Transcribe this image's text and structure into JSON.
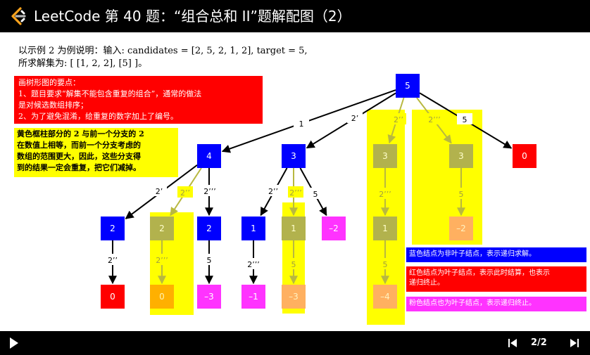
{
  "header": {
    "title": "LeetCode 第 40 题：“组合总和 II”题解配图（2）"
  },
  "intro": {
    "line1": "以示例 2 为例说明：输入: candidates = [2, 5, 2, 1, 2], target = 5,",
    "line2": "所求解集为: [ [1, 2, 2],  [5] ]。"
  },
  "note_red": {
    "l1": "画树形图的要点：",
    "l2": "1、题目要求“解集不能包含重复的组合”，通常的做法",
    "l3": "是对候选数组排序；",
    "l4": "2、为了避免混淆，给重复的数字加上了编号。"
  },
  "note_yellow": {
    "l1": "黄色框柱部分的 2 与前一个分支的 2",
    "l2": "在数值上相等，而前一个分支考虑的",
    "l3": "数组的范围更大，因此，这些分支得",
    "l4": "到的结果一定会重复，把它们减掉。"
  },
  "legend": {
    "blue": "蓝色结点为非叶子结点，表示递归求解。",
    "red_l1": "红色结点为叶子结点，表示此时结算，也表示",
    "red_l2": "递归终止。",
    "pink": "粉色结点也为叶子结点，表示递归终止。"
  },
  "colors": {
    "blue": "#0000ff",
    "red": "#ff0000",
    "pink": "#ff33ff",
    "yellow": "#ffff00",
    "olive": "#b2b24d",
    "orange": "#ffb000",
    "peach": "#ffb060",
    "arrow_faded": "#c8c860"
  },
  "tree": {
    "nodes": [
      {
        "id": "root",
        "label": "5",
        "style": "blue"
      },
      {
        "id": "a",
        "label": "4",
        "style": "blue"
      },
      {
        "id": "b",
        "label": "3",
        "style": "blue"
      },
      {
        "id": "c",
        "label": "3",
        "style": "olive"
      },
      {
        "id": "d",
        "label": "3",
        "style": "olive"
      },
      {
        "id": "e",
        "label": "0",
        "style": "red"
      },
      {
        "id": "a1",
        "label": "2",
        "style": "blue"
      },
      {
        "id": "a2",
        "label": "2",
        "style": "olive"
      },
      {
        "id": "a3",
        "label": "2",
        "style": "blue"
      },
      {
        "id": "b1",
        "label": "1",
        "style": "blue"
      },
      {
        "id": "b2",
        "label": "1",
        "style": "olive"
      },
      {
        "id": "b3",
        "label": "–2",
        "style": "pink"
      },
      {
        "id": "c1",
        "label": "1",
        "style": "olive"
      },
      {
        "id": "d1",
        "label": "–2",
        "style": "peach"
      },
      {
        "id": "a1a",
        "label": "0",
        "style": "red"
      },
      {
        "id": "a2a",
        "label": "0",
        "style": "orange"
      },
      {
        "id": "a3a",
        "label": "–3",
        "style": "pink"
      },
      {
        "id": "b1a",
        "label": "–1",
        "style": "pink"
      },
      {
        "id": "b2a",
        "label": "–3",
        "style": "peach"
      },
      {
        "id": "c1a",
        "label": "–4",
        "style": "peach"
      }
    ],
    "edges": [
      {
        "from": "root",
        "to": "a",
        "label": "1",
        "faded": false
      },
      {
        "from": "root",
        "to": "b",
        "label": "2’",
        "faded": false
      },
      {
        "from": "root",
        "to": "c",
        "label": "2’’",
        "faded": true
      },
      {
        "from": "root",
        "to": "d",
        "label": "2’’’",
        "faded": true
      },
      {
        "from": "root",
        "to": "e",
        "label": "5",
        "faded": false
      },
      {
        "from": "a",
        "to": "a1",
        "label": "2’",
        "faded": false
      },
      {
        "from": "a",
        "to": "a2",
        "label": "2’’",
        "faded": true
      },
      {
        "from": "a",
        "to": "a3",
        "label": "2’’’",
        "faded": false
      },
      {
        "from": "b",
        "to": "b1",
        "label": "2’’",
        "faded": false
      },
      {
        "from": "b",
        "to": "b2",
        "label": "2’’’",
        "faded": true
      },
      {
        "from": "b",
        "to": "b3",
        "label": "5",
        "faded": false
      },
      {
        "from": "c",
        "to": "c1",
        "label": "2’’’",
        "faded": true
      },
      {
        "from": "d",
        "to": "d1",
        "label": "5",
        "faded": true
      },
      {
        "from": "a1",
        "to": "a1a",
        "label": "2’’",
        "faded": false
      },
      {
        "from": "a2",
        "to": "a2a",
        "label": "2’’’",
        "faded": true
      },
      {
        "from": "a3",
        "to": "a3a",
        "label": "5",
        "faded": false
      },
      {
        "from": "b1",
        "to": "b1a",
        "label": "2’’’",
        "faded": false
      },
      {
        "from": "b2",
        "to": "b2a",
        "label": "5",
        "faded": true
      },
      {
        "from": "c1",
        "to": "c1a",
        "label": "5",
        "faded": true
      }
    ]
  },
  "player": {
    "page": "2/2"
  }
}
